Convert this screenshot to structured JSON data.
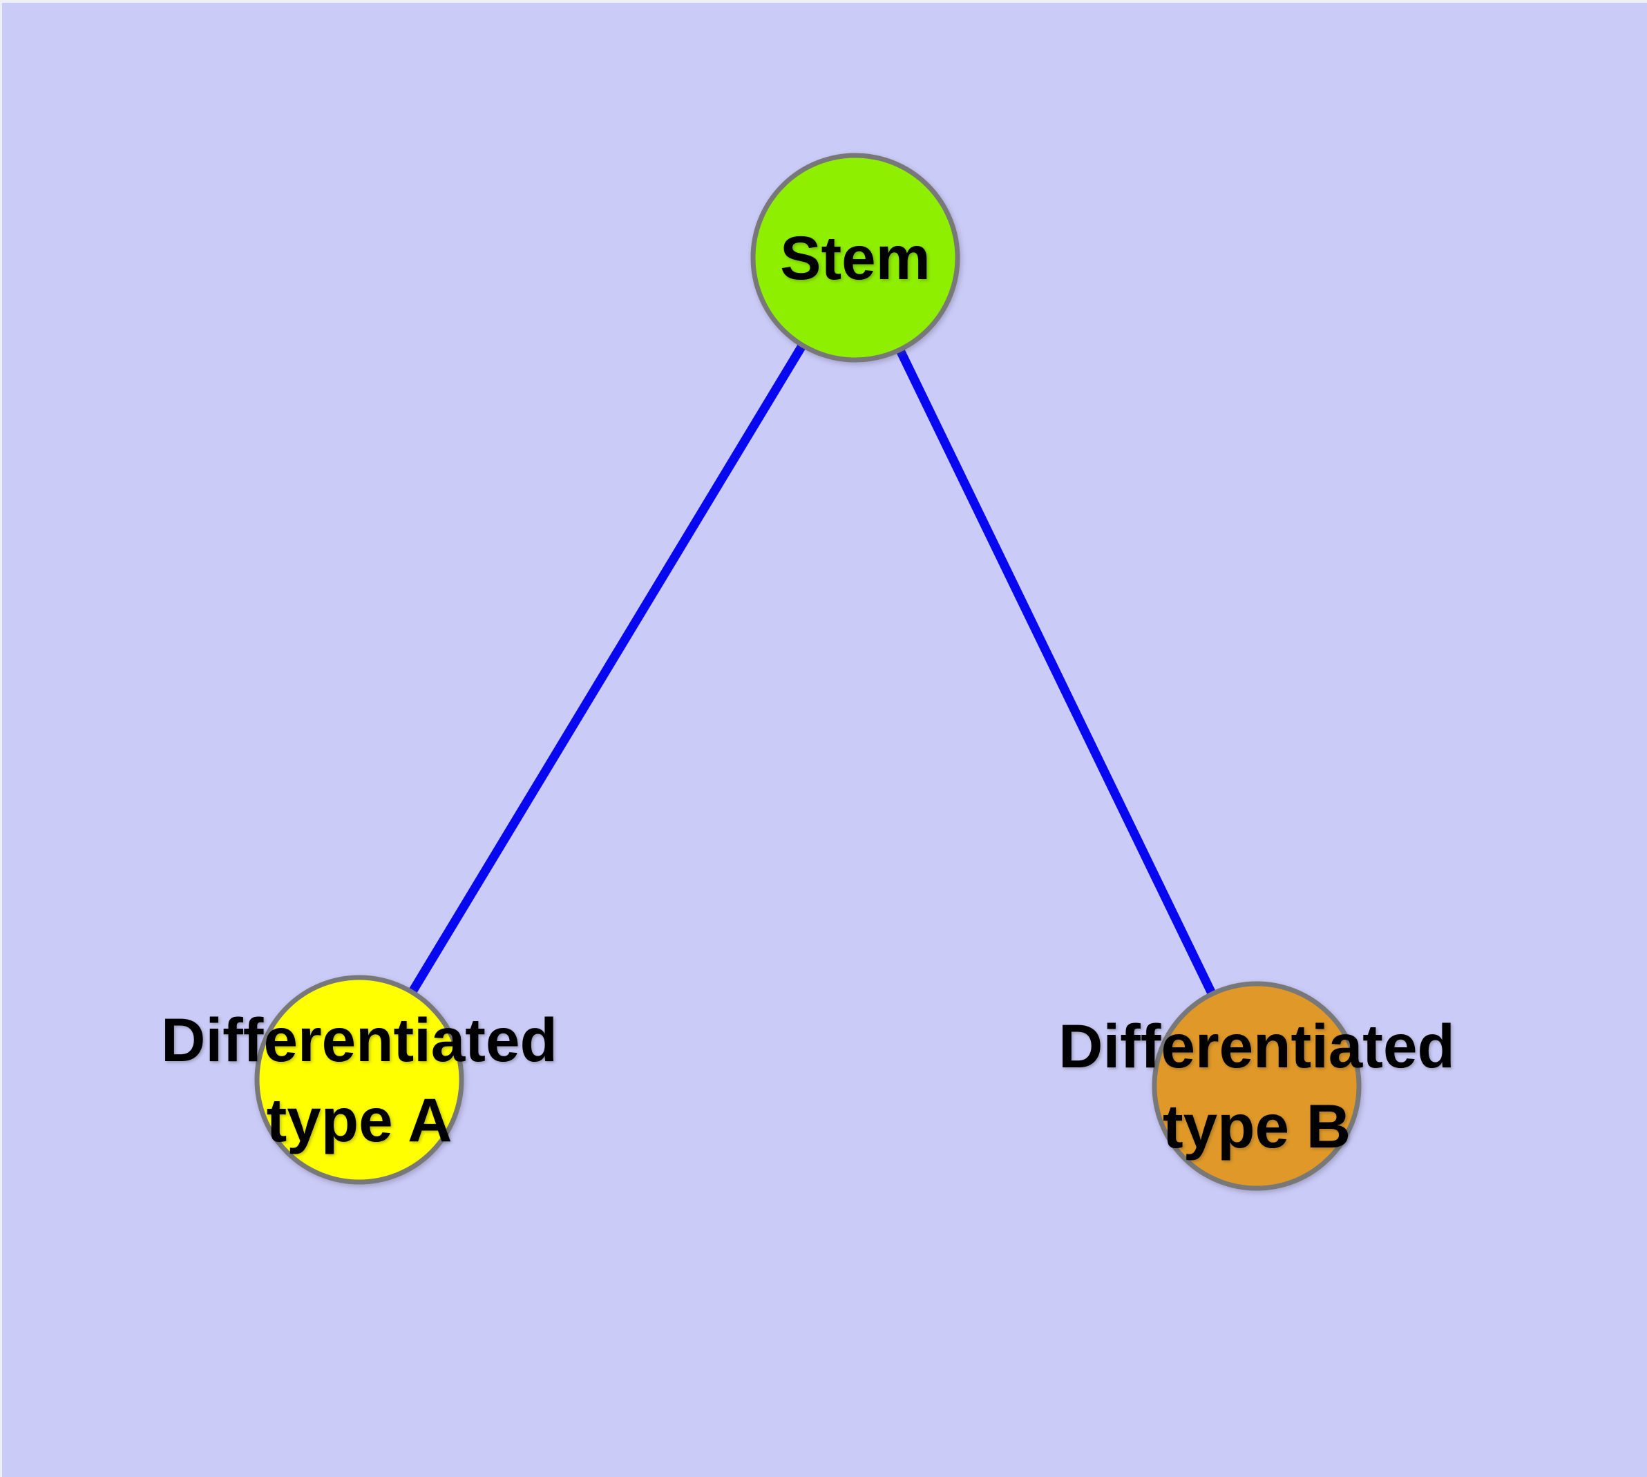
{
  "diagram": {
    "background_color": "#CBCBF7",
    "edge_strip_color": "#EFEFF6",
    "edge_color": "#0707F0",
    "node_border_color": "#787878",
    "label_color": "#000000",
    "nodes": {
      "stem": {
        "id": "stem",
        "label": "Stem",
        "fill": "#8FEF00"
      },
      "type_a": {
        "id": "type_a",
        "label_line1": "Differentiated",
        "label_line2": "type A",
        "fill": "#FFFF00"
      },
      "type_b": {
        "id": "type_b",
        "label_line1": "Differentiated",
        "label_line2": "type B",
        "fill": "#E09928"
      }
    },
    "edges": [
      {
        "from": "stem",
        "to": "type_a"
      },
      {
        "from": "stem",
        "to": "type_b"
      }
    ]
  }
}
